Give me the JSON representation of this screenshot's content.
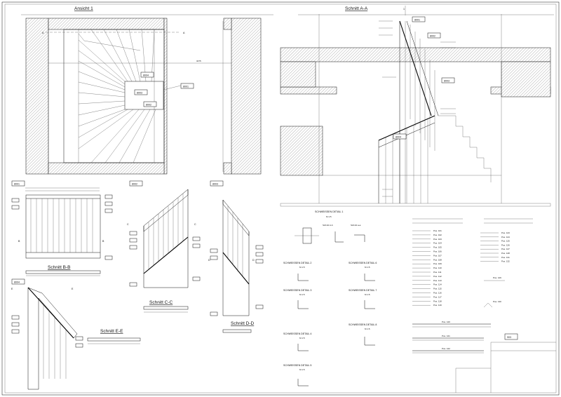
{
  "views": {
    "ansicht_1": "Ansicht 1",
    "schnitt_aa": "Schnitt A-A",
    "schnitt_bb": "Schnitt B-B",
    "schnitt_cc": "Schnitt C-C",
    "schnitt_dd": "Schnitt D-D",
    "schnitt_ee": "Schnitt E-E"
  },
  "section_marks": {
    "a": "A",
    "b": "B",
    "c": "C",
    "d": "D",
    "e": "E"
  },
  "position_tags": {
    "p8001": "8001",
    "p8002": "8002",
    "p8003": "8003",
    "p8004": "8004"
  },
  "weld_details": {
    "d1": "SCHWEISSEN DETAIL 1",
    "d2": "SCHWEISSEN DETAIL 2",
    "d3": "SCHWEISSEN DETAIL 3",
    "d4": "SCHWEISSEN DETAIL 4",
    "d5": "SCHWEISSEN DETAIL 5",
    "d6": "SCHWEISSEN DETAIL 6",
    "d7": "SCHWEISSEN DETAIL 7",
    "d8": "SCHWEISSEN DETAIL 8",
    "scale": "M 1:5",
    "sub_ab": "Schnitt A-b",
    "sub_aa": "Schnitt a-a"
  },
  "parts_left": [
    "Pos. 101",
    "Pos. 102",
    "Pos. 103",
    "Pos. 104",
    "Pos. 105",
    "Pos. 106",
    "Pos. 107",
    "Pos. 108",
    "Pos. 109",
    "Pos. 110",
    "Pos. 111",
    "Pos. 112",
    "Pos. 113",
    "Pos. 114",
    "Pos. 115",
    "Pos. 116",
    "Pos. 117",
    "Pos. 118",
    "Pos. 119"
  ],
  "parts_right": [
    "Pos. 123",
    "Pos. 124",
    "Pos. 125",
    "Pos. 126",
    "Pos. 127",
    "Pos. 128",
    "Pos. 131",
    "Pos. 132"
  ],
  "parts_misc": {
    "p129": "Pos. 129",
    "p130": "Pos. 130"
  },
  "parts_bottom": [
    "Pos. 120",
    "Pos. 121",
    "Pos. 122"
  ],
  "title_block": {
    "ref": "903"
  }
}
